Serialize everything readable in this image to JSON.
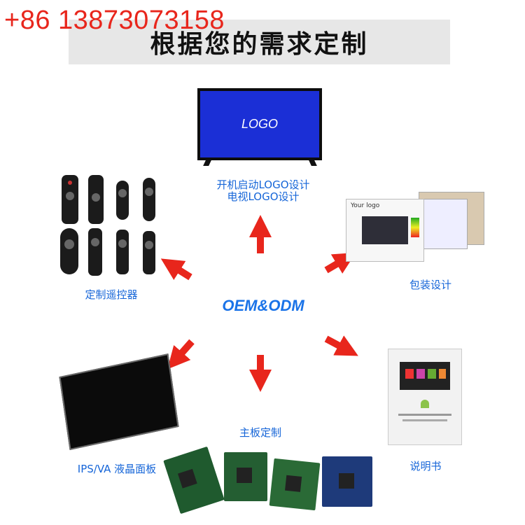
{
  "header": {
    "phone": "+86 13873073158",
    "title": "根据您的需求定制"
  },
  "center": {
    "label": "OEM&ODM"
  },
  "items": {
    "tv": {
      "screen_text": "LOGO",
      "label_line1": "开机启动LOGO设计",
      "label_line2": "电视LOGO设计"
    },
    "remote": {
      "label": "定制遥控器"
    },
    "packaging": {
      "label": "包装设计",
      "box_text": "Your logo"
    },
    "manual": {
      "label": "说明书"
    },
    "mainboard": {
      "label": "主板定制"
    },
    "panel": {
      "label": "IPS/VA 液晶面板"
    }
  },
  "colors": {
    "accent": "#1565d8",
    "arrow": "#e8261c",
    "phone": "#e8261c",
    "banner": "#e7e7e7"
  }
}
